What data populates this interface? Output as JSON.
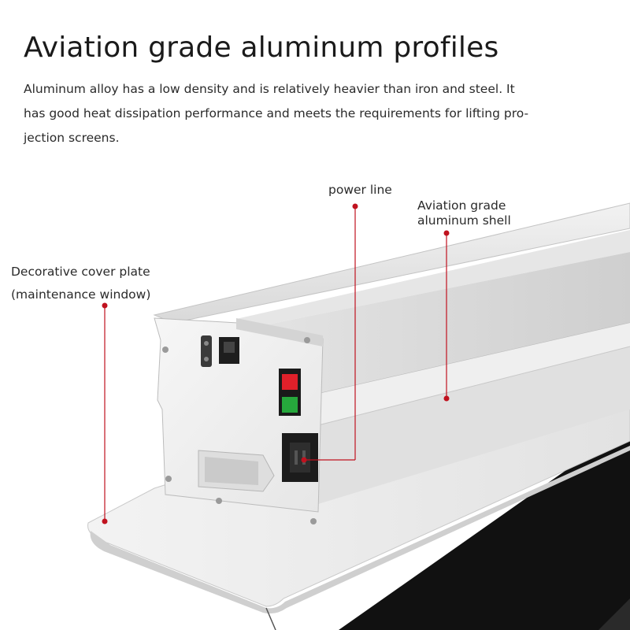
{
  "heading": {
    "title": "Aviation grade aluminum profiles",
    "description_lines": [
      "Aluminum alloy has a low density and is relatively heavier than iron and steel. It",
      "has good heat dissipation performance and meets the requirements for lifting pro-",
      "jection screens."
    ]
  },
  "callouts": {
    "power_line": "power line",
    "aluminum_shell": [
      "Aviation grade",
      "aluminum shell"
    ],
    "cover_plate": [
      "Decorative cover plate",
      "(maintenance window)"
    ]
  },
  "colors": {
    "accent_marker": "#c0121f",
    "indicator_red": "#e0202a",
    "indicator_green": "#26a83c",
    "screen_fabric": "#111111"
  }
}
